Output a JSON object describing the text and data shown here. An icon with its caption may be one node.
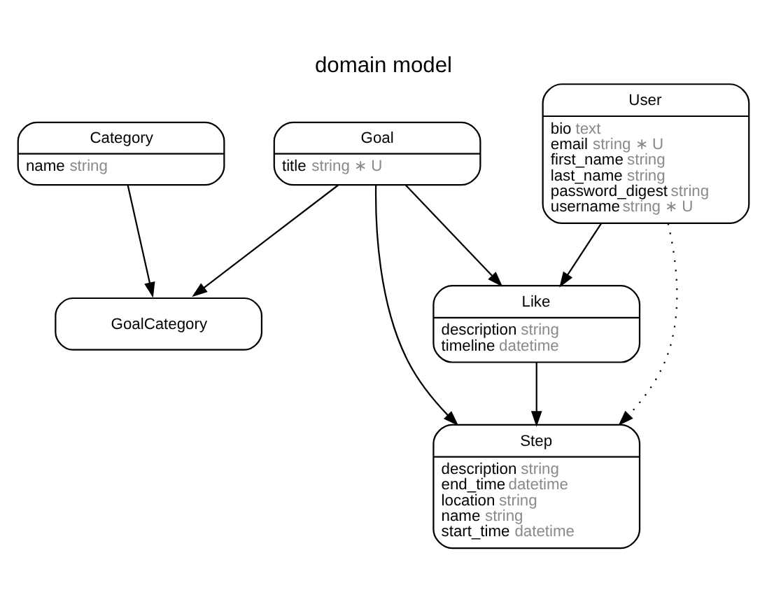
{
  "diagram": {
    "title": "domain model",
    "nodes": [
      {
        "text": [
          "Category",
          "name string"
        ]
      },
      {
        "text": [
          "Goal",
          "title string ∗ U"
        ]
      },
      {
        "text": [
          "User",
          "bio text",
          "email string ∗ U",
          "first_name string",
          "last_name string",
          "password_digest string",
          "username string ∗ U"
        ]
      },
      {
        "text": [
          "GoalCategory"
        ]
      },
      {
        "text": [
          "Like",
          "description string",
          "timeline datetime"
        ]
      },
      {
        "text": [
          "Step",
          "description string",
          "end_time datetime",
          "location string",
          "name string",
          "start_time datetime"
        ]
      }
    ],
    "edges": [
      {
        "from": 0,
        "to": 3,
        "arrow": "to"
      },
      {
        "from": 1,
        "to": 3,
        "arrow": "to"
      },
      {
        "from": 1,
        "to": 4,
        "arrow": "to"
      },
      {
        "from": 1,
        "to": 5,
        "arrow": "to"
      },
      {
        "from": 2,
        "to": 4,
        "arrow": "to"
      },
      {
        "from": 4,
        "to": 5,
        "arrow": "to"
      },
      {
        "from": 2,
        "to": 5,
        "arrow": "to",
        "style": "dashed"
      }
    ]
  }
}
